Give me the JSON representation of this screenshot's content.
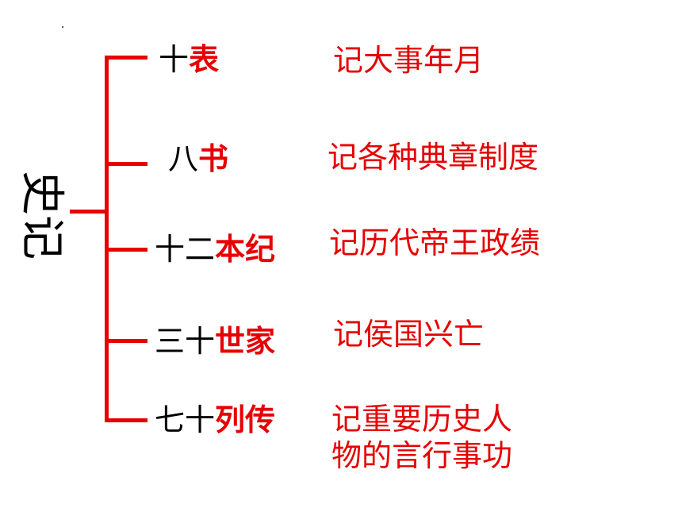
{
  "root": {
    "label": "史记"
  },
  "colors": {
    "accent": "#e60000",
    "text": "#000000"
  },
  "branches": [
    {
      "num": "十",
      "key": "表",
      "desc": [
        "记大事年月"
      ]
    },
    {
      "num": "八",
      "key": "书",
      "desc": [
        "记各种典章制度"
      ]
    },
    {
      "num": "十二",
      "key": "本纪",
      "desc": [
        "记历代帝王政绩"
      ]
    },
    {
      "num": "三十",
      "key": "世家",
      "desc": [
        "记侯国兴亡"
      ]
    },
    {
      "num": "七十",
      "key": "列传",
      "desc": [
        "记重要历史人",
        "物的言行事功"
      ]
    }
  ]
}
